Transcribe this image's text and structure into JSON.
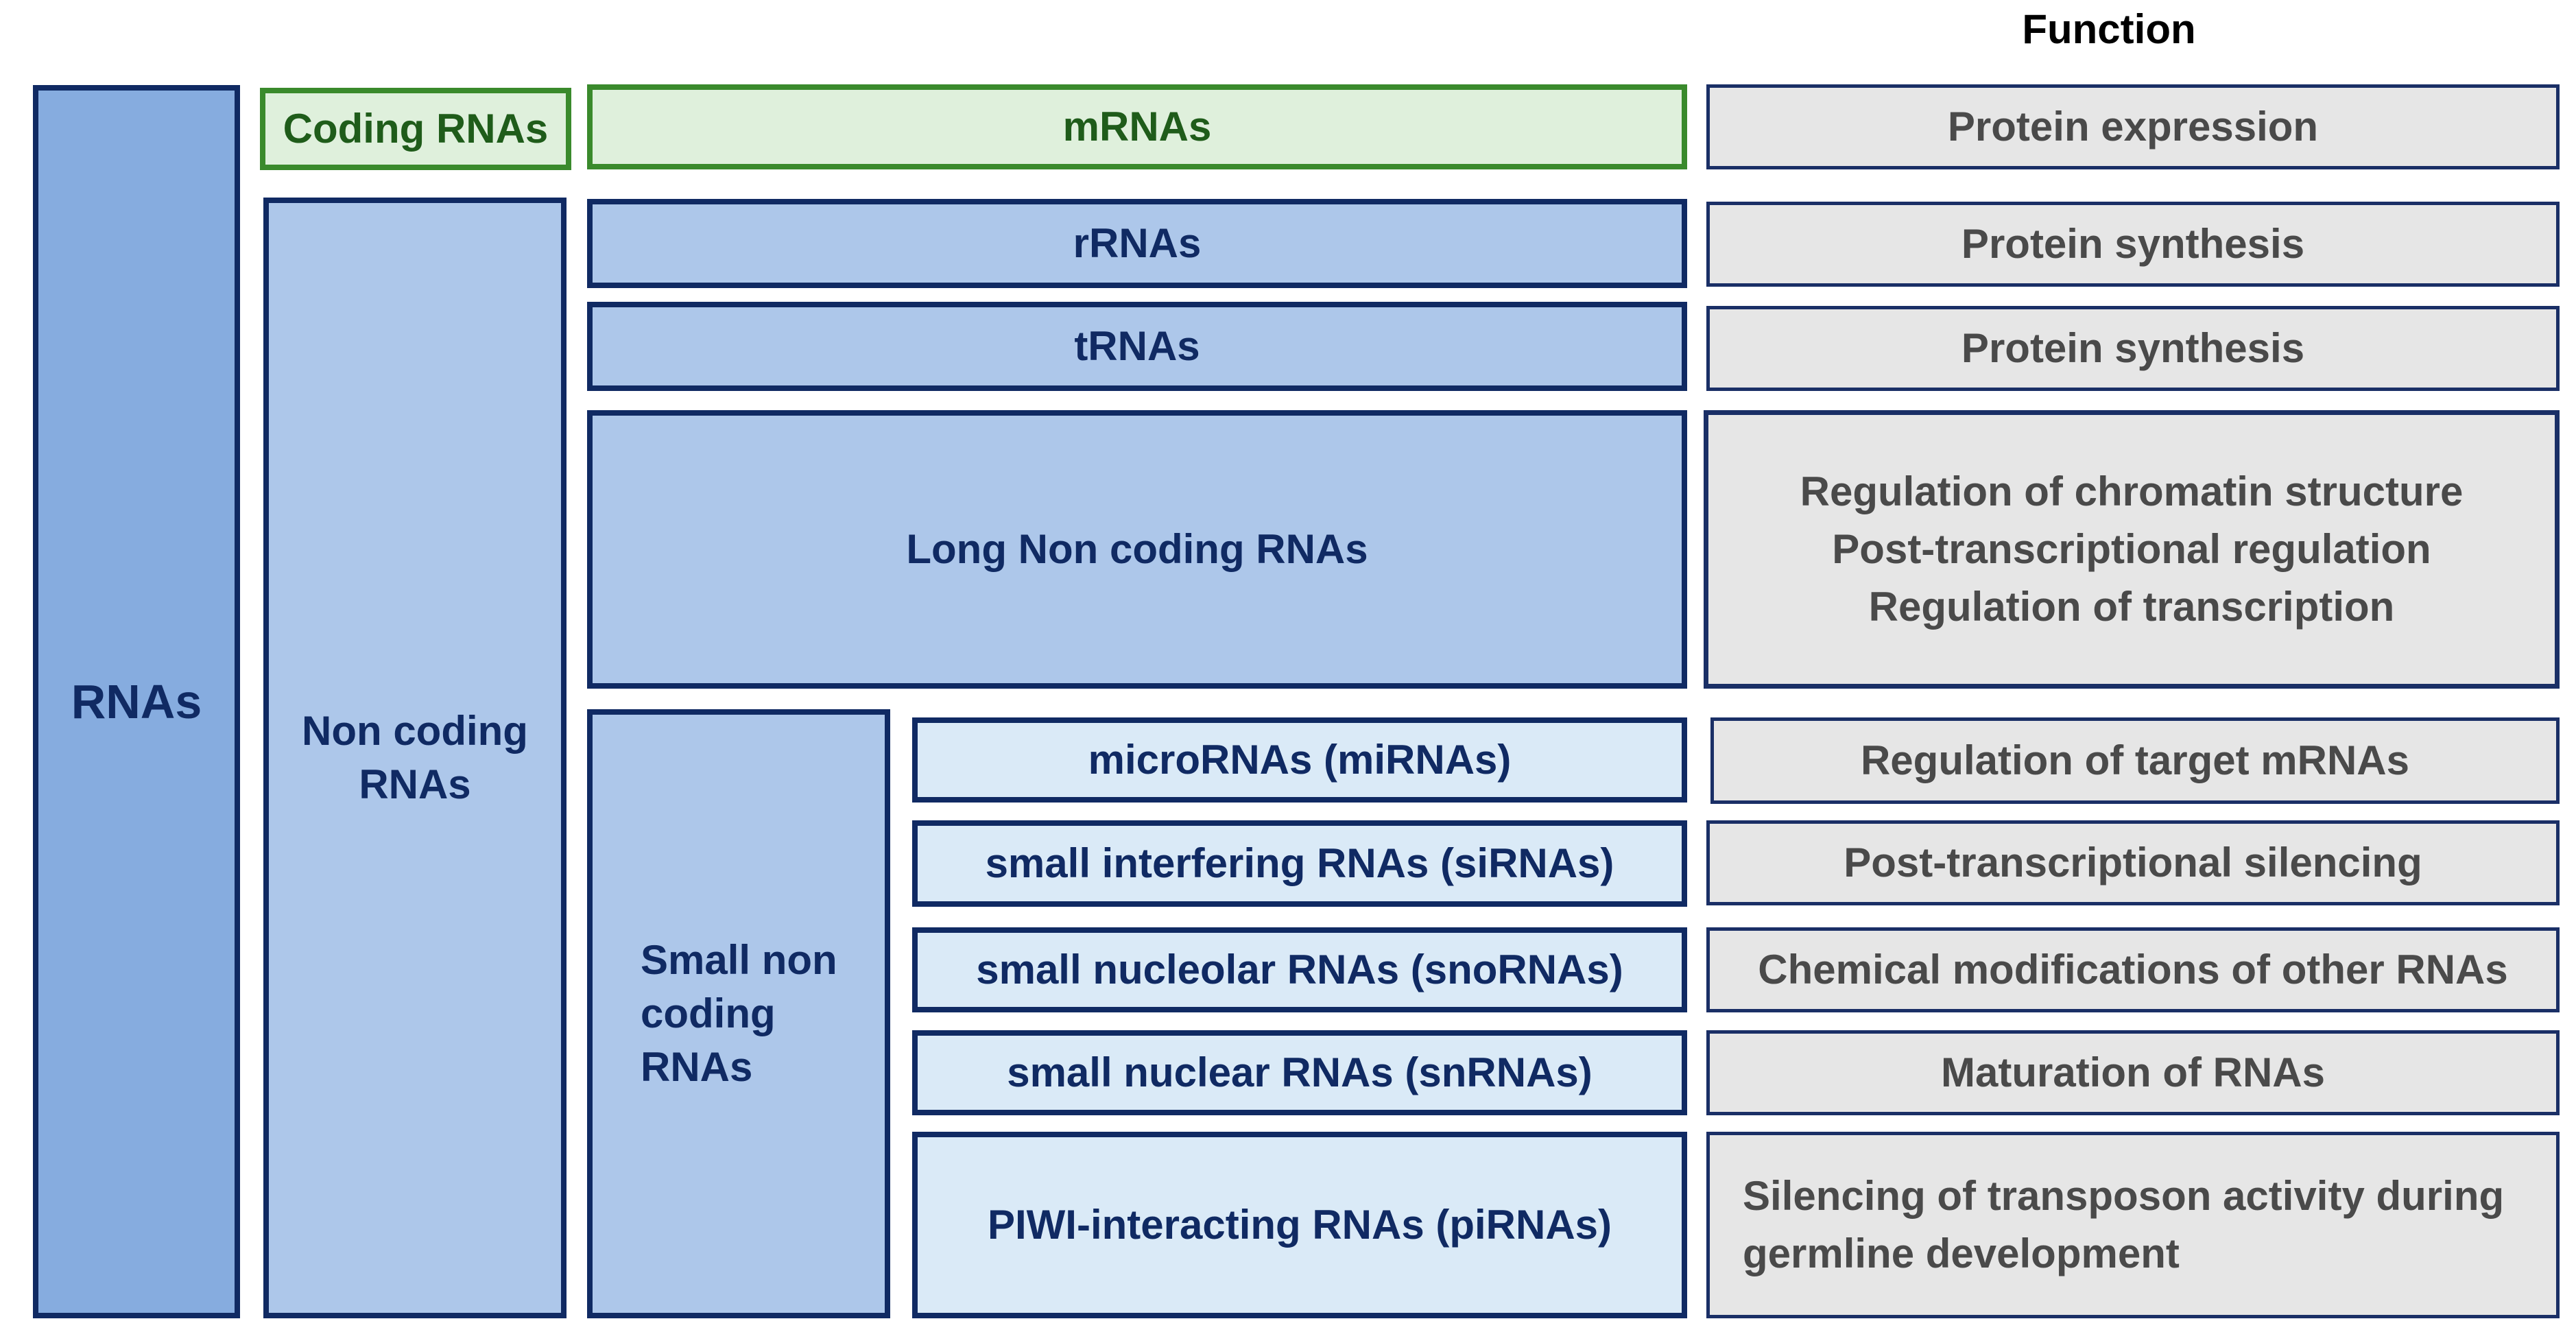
{
  "header": {
    "function_label": "Function"
  },
  "root": {
    "label": "RNAs"
  },
  "coding": {
    "label": "Coding RNAs"
  },
  "noncoding": {
    "label": "Non coding\nRNAs"
  },
  "small_noncoding": {
    "label": "Small non\ncoding\nRNAs"
  },
  "rna_types": {
    "mrnas": "mRNAs",
    "rrnas": "rRNAs",
    "trnas": "tRNAs",
    "lncrnas": "Long Non coding  RNAs",
    "mirnas": "microRNAs (miRNAs)",
    "sirnas": "small interfering RNAs (siRNAs)",
    "snornas": "small nucleolar RNAs (snoRNAs)",
    "snrnas": "small nuclear RNAs (snRNAs)",
    "pirnas": "PIWI-interacting RNAs (piRNAs)"
  },
  "functions": {
    "mrnas": "Protein expression",
    "rrnas": "Protein synthesis",
    "trnas": "Protein synthesis",
    "lncrnas": "Regulation of chromatin structure\nPost-transcriptional regulation\nRegulation of transcription",
    "mirnas": "Regulation of target mRNAs",
    "sirnas": "Post-transcriptional silencing",
    "snornas": "Chemical modifications of other RNAs",
    "snrnas": "Maturation of RNAs",
    "pirnas": "Silencing of transposon activity during\ngermline development"
  },
  "colors": {
    "navy_border": "#102a63",
    "green_border": "#3a8a2c",
    "blue_dark_fill": "#86acdf",
    "blue_mid_fill": "#adc7ea",
    "blue_light_fill": "#daeaf7",
    "green_fill": "#dff0dc",
    "gray_fill": "#e6e6e6"
  }
}
